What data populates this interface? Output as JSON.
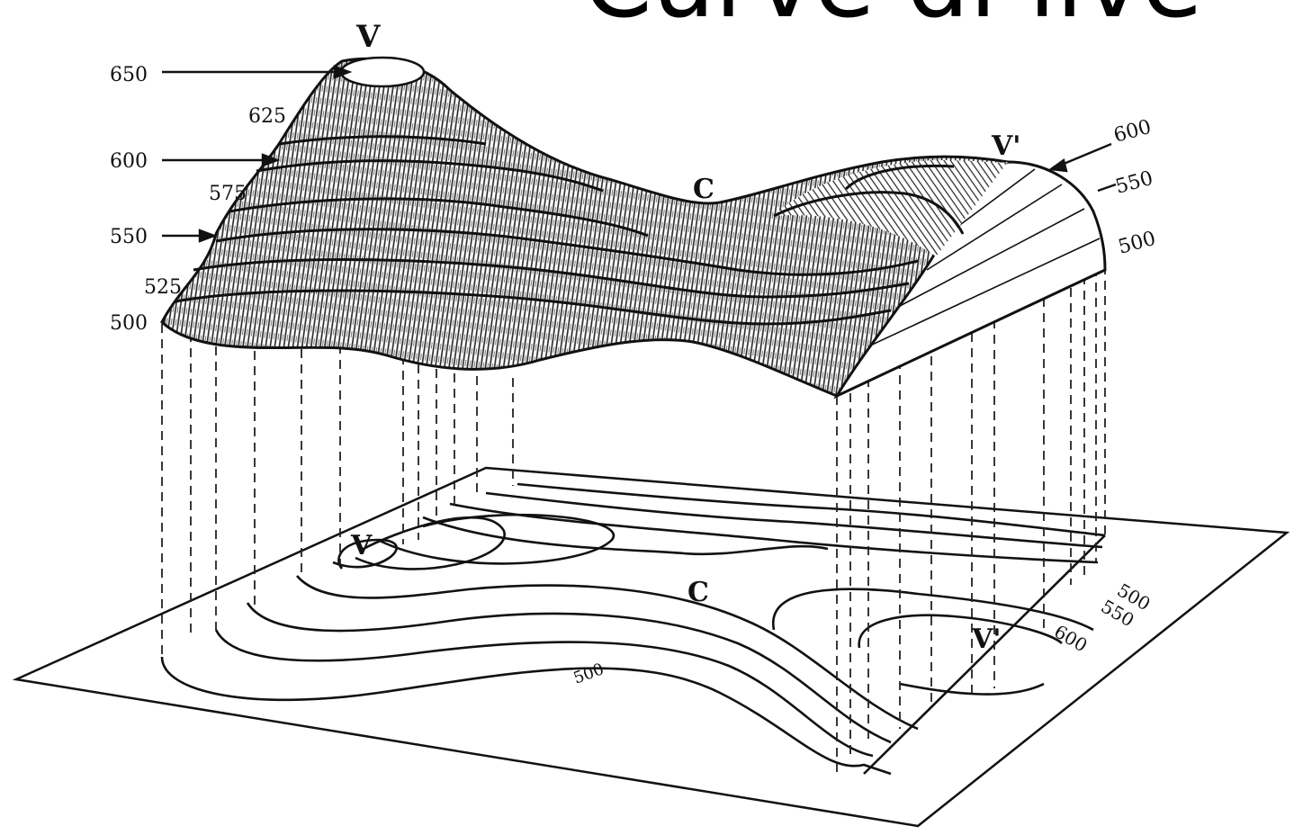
{
  "title": "Curve di live",
  "surface": {
    "peak_main": "V",
    "peak_secondary": "V'",
    "saddle": "C",
    "left_levels": [
      "650",
      "625",
      "600",
      "575",
      "550",
      "525",
      "500"
    ],
    "right_levels": [
      "600",
      "550",
      "500"
    ]
  },
  "map": {
    "peak_main": "V",
    "peak_secondary": "V'",
    "saddle": "C",
    "contour_label_500": "500",
    "edge_levels": [
      "500",
      "550",
      "600"
    ]
  },
  "colors": {
    "ink": "#111111",
    "paper": "#ffffff"
  }
}
